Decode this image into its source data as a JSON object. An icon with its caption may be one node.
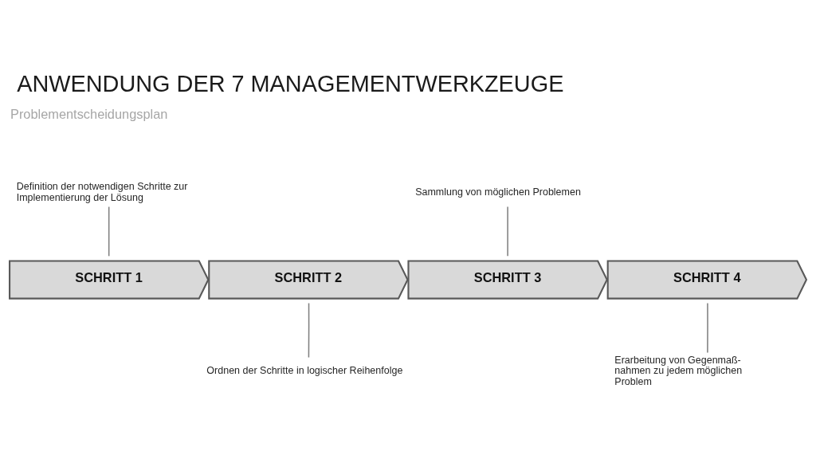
{
  "diagram": {
    "title": "ANWENDUNG DER 7 MANAGEMENTWERKZEUGE",
    "nodes": [
      {
        "text": [
          "Definition der notwendigen Schritte zur Implementierung der Lösung"
        ]
      },
      {
        "text": [
          "Sammlung von möglichen Problemen"
        ]
      },
      {
        "text": [
          "SCHRITT 1"
        ]
      },
      {
        "text": [
          "SCHRITT 2"
        ]
      },
      {
        "text": [
          "SCHRITT 3"
        ]
      },
      {
        "text": [
          "SCHRITT 4"
        ]
      },
      {
        "text": [
          "Ordnen der Schritte in logischer Reihenfolge"
        ]
      },
      {
        "text": [
          "Erarbeitung von Gegenmaß- nahmen zu jedem möglichen Problem"
        ]
      }
    ],
    "edges": [
      {
        "from": 0,
        "to": 2,
        "arrow": "none"
      },
      {
        "from": 1,
        "to": 4,
        "arrow": "none"
      },
      {
        "from": 6,
        "to": 3,
        "arrow": "none"
      },
      {
        "from": 7,
        "to": 5,
        "arrow": "none"
      }
    ],
    "labels": [
      "Problementscheidungsplan"
    ]
  }
}
